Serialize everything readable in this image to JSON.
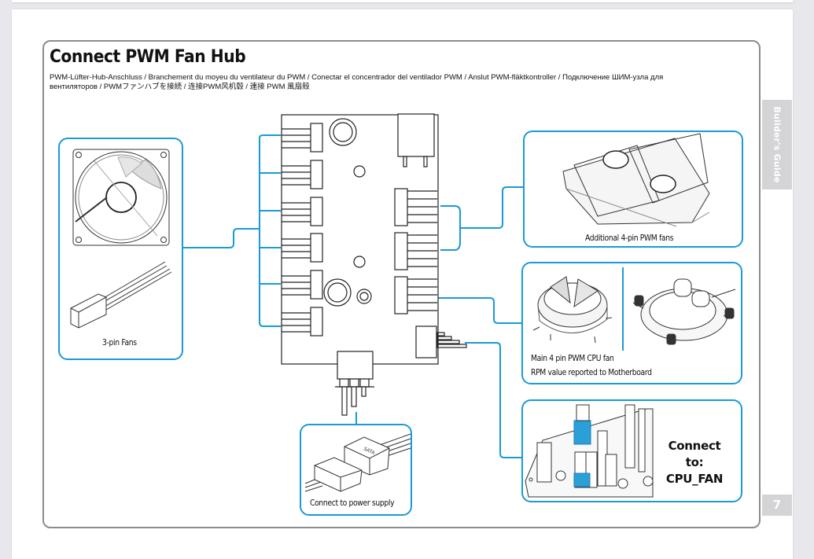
{
  "page": {
    "title": "Connect PWM Fan Hub",
    "subtitle_line1": "PWM-Lüfter-Hub-Anschluss / Branchement du moyeu du ventilateur du PWM / Conectar el concentrador del ventilador PWM / Anslut PWM-fläktkontroller / Подключение ШИМ-узла для",
    "subtitle_line2": "вентиляторов / PWMファンハブを接続 / 连接PWM风机毂 / 連接 PWM 風扇殼",
    "side_tab": "Builder's Guide",
    "page_number": "7"
  },
  "panels": {
    "three_pin": {
      "caption": "3-pin Fans"
    },
    "additional_pwm": {
      "caption": "Additional  4-pin PWM fans"
    },
    "cpu_fan": {
      "caption_line1": "Main 4 pin PWM CPU fan",
      "caption_line2": "RPM value reported to Motherboard"
    },
    "cpu_header": {
      "line1": "Connect to:",
      "line2": "CPU_FAN"
    },
    "power": {
      "caption": "Connect to power supply",
      "connector_label": "SATA"
    }
  },
  "colors": {
    "accent": "#1a9ad6",
    "highlight": "#2a9fd8",
    "frame": "#8c8c8c",
    "tab": "#d4d4d6"
  }
}
